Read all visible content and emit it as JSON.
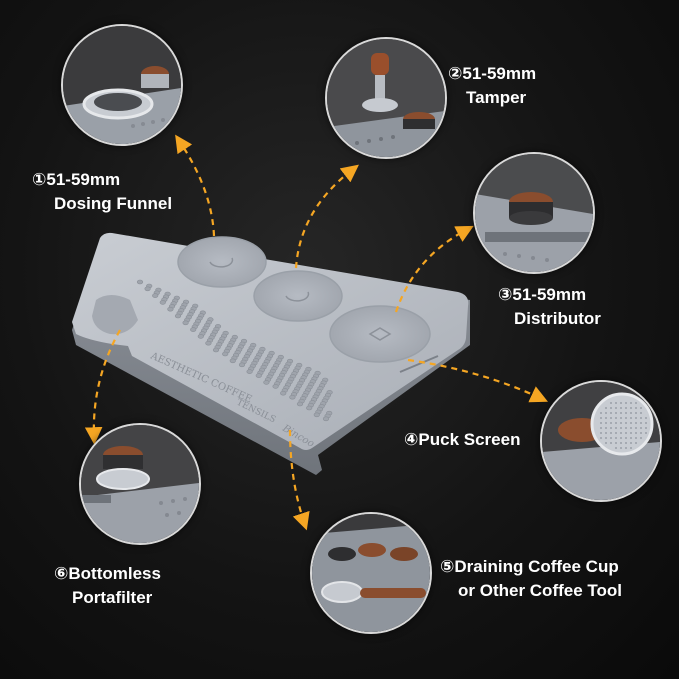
{
  "callouts": [
    {
      "id": "dosing-funnel",
      "line1": "①51-59mm",
      "line2": "Dosing Funnel"
    },
    {
      "id": "tamper",
      "line1": "②51-59mm",
      "line2": "Tamper"
    },
    {
      "id": "distributor",
      "line1": "③51-59mm",
      "line2": "Distributor"
    },
    {
      "id": "puck-screen",
      "line1": "④Puck Screen",
      "line2": ""
    },
    {
      "id": "draining-cup",
      "line1": "⑤Draining Coffee Cup",
      "line2": "or Other Coffee Tool"
    },
    {
      "id": "portafilter",
      "line1": "⑥Bottomless",
      "line2": "Portafilter"
    }
  ],
  "tray": {
    "engrave_brand": "AESTHETIC COFFEE",
    "engrave_model": "TENSILS",
    "engrave_logo": "Bincoo"
  },
  "colors": {
    "arrow": "#f5a623",
    "tray": "#b9bec6",
    "ring": "#d9d9d9",
    "text": "#ffffff"
  }
}
